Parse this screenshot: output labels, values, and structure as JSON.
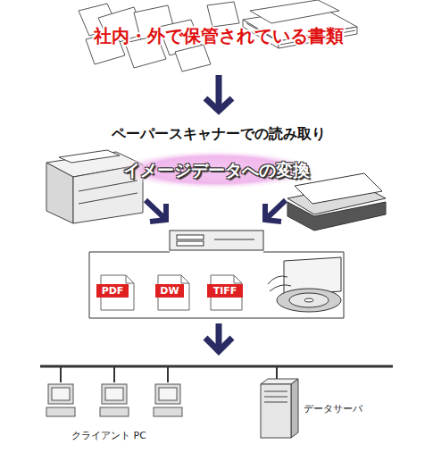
{
  "diagram": {
    "nodes": [
      {
        "text": [
          "社内・外で保管されている書類"
        ]
      },
      {
        "text": [
          "ペーパースキャナーでの読み取り"
        ]
      },
      {
        "text": [
          "イメージデータへの変換"
        ]
      }
    ],
    "edges": [
      {
        "from": 0,
        "to": 1,
        "arrow": "to"
      }
    ],
    "labels": [
      "PDF",
      "DW",
      "TIFF",
      "クライアント PC",
      "データサーバ"
    ]
  }
}
